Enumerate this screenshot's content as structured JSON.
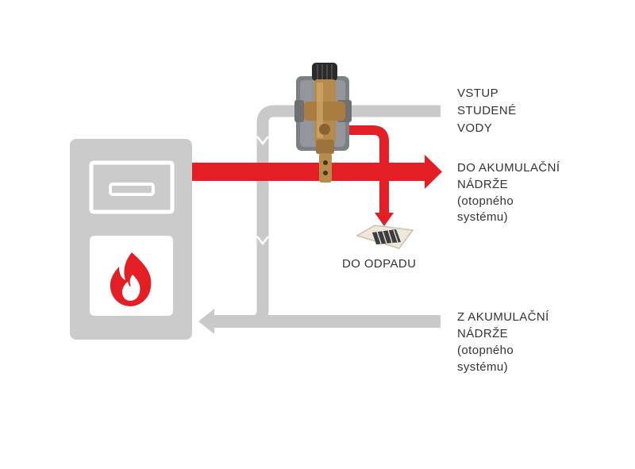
{
  "labels": {
    "cold_water_in": [
      "VSTUP",
      "STUDENÉ",
      "VODY"
    ],
    "to_tank": [
      "DO AKUMULAČNÍ",
      "NÁDRŽE",
      "(otopného",
      "systému)"
    ],
    "drain": "DO ODPADU",
    "from_tank": [
      "Z AKUMULAČNÍ",
      "NÁDRŽE",
      "(otopného",
      "systému)"
    ]
  },
  "icons": {
    "boiler": "boiler-icon",
    "flame": "flame-icon",
    "valve": "thermostatic-valve-icon",
    "drain": "floor-drain-icon"
  },
  "colors": {
    "hot_flow": "#e31e24",
    "cold_flow": "#c9c9ca",
    "boiler_body": "#cbcbcc",
    "text": "#333333"
  }
}
